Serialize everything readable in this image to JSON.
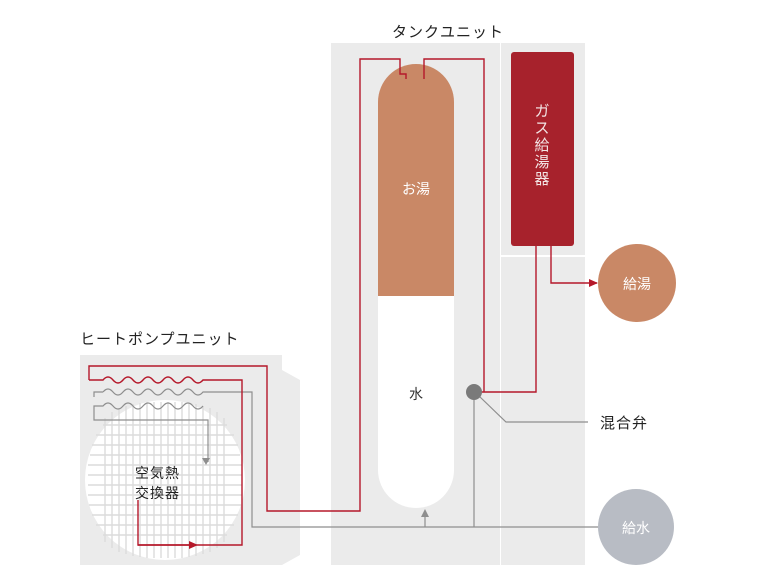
{
  "labels": {
    "tank_unit": "タンクユニット",
    "heat_pump_unit": "ヒートポンプユニット",
    "hot_water_in_tank": "お湯",
    "water_in_tank": "水",
    "gas_heater": "ガス給湯器",
    "hot_water_supply": "給湯",
    "mixing_valve": "混合弁",
    "water_supply": "給水",
    "air_heat_exchanger_line1": "空気熱",
    "air_heat_exchanger_line2": "交換器"
  },
  "colors": {
    "panel": "#ebebeb",
    "pipe_red": "#b5182a",
    "pipe_gray": "#8e8e8e",
    "hot_water": "#c98866",
    "gas_heater": "#a7222c",
    "water_supply": "#b8bcc4",
    "valve": "#7a7a7a"
  }
}
